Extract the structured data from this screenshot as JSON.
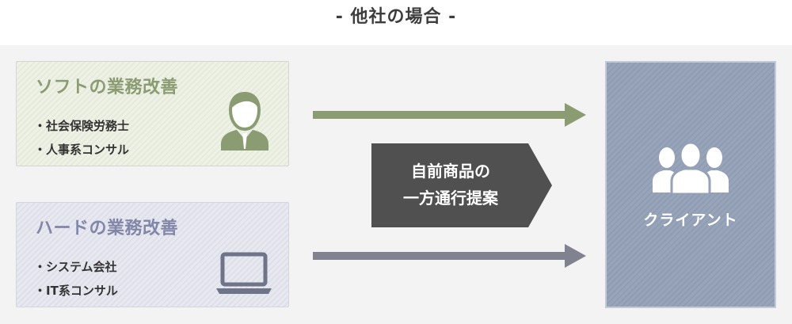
{
  "header": {
    "title": "- 他社の場合 -"
  },
  "soft_panel": {
    "title": "ソフトの業務改善",
    "items": [
      "・社会保険労務士",
      "・人事系コンサル"
    ],
    "icon": "person-icon",
    "color": "#8b9b72"
  },
  "hard_panel": {
    "title": "ハードの業務改善",
    "items": [
      "・システム会社",
      "・IT系コンサル"
    ],
    "icon": "laptop-icon",
    "color": "#8286a8"
  },
  "center": {
    "lines": [
      "自前商品の",
      "一方通行提案"
    ],
    "color": "#505050"
  },
  "client": {
    "label": "クライアント",
    "icon": "group-icon",
    "color": "#8f9cb2"
  },
  "arrows": {
    "top_color": "#8b9b72",
    "bottom_color": "#8286a8"
  }
}
